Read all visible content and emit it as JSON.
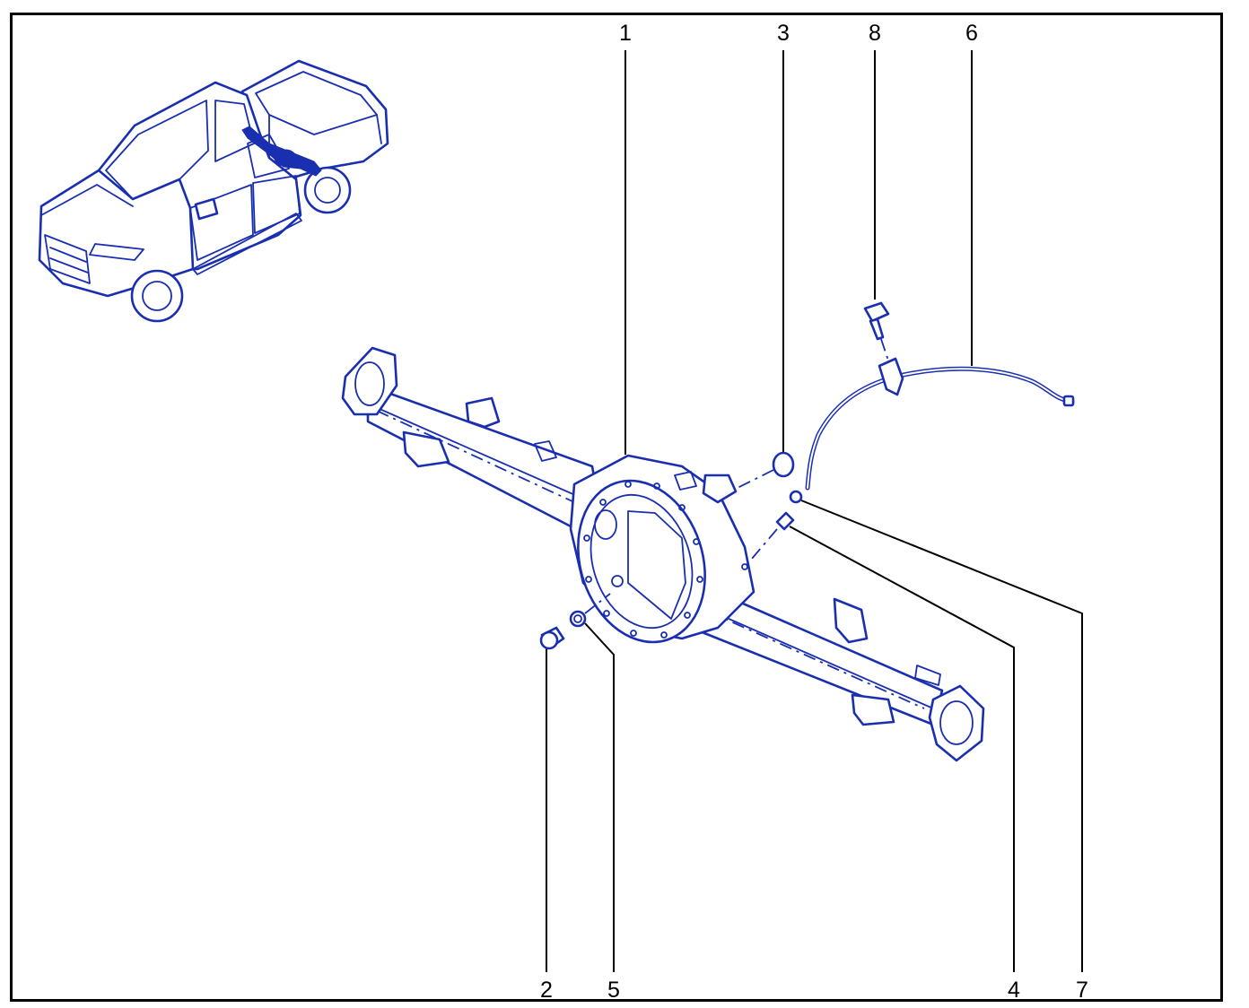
{
  "colors": {
    "line_art": "#1a2fb0",
    "callouts": "#000000",
    "frame": "#000000",
    "background": "#ffffff"
  },
  "callouts": [
    {
      "id": "1",
      "label": "1"
    },
    {
      "id": "2",
      "label": "2"
    },
    {
      "id": "3",
      "label": "3"
    },
    {
      "id": "4",
      "label": "4"
    },
    {
      "id": "5",
      "label": "5"
    },
    {
      "id": "6",
      "label": "6"
    },
    {
      "id": "7",
      "label": "7"
    },
    {
      "id": "8",
      "label": "8"
    }
  ]
}
